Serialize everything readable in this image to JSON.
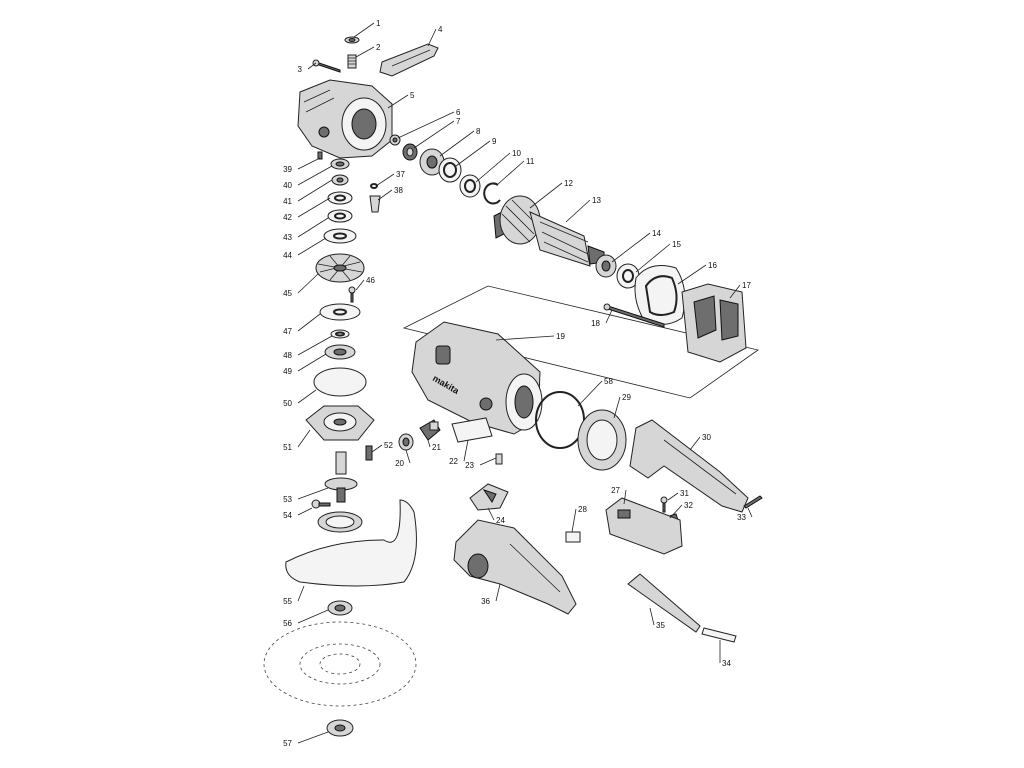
{
  "brand_text": "makita",
  "part_numbers": [
    "1",
    "2",
    "3",
    "4",
    "5",
    "6",
    "7",
    "8",
    "9",
    "10",
    "11",
    "12",
    "13",
    "14",
    "15",
    "16",
    "17",
    "18",
    "19",
    "20",
    "21",
    "22",
    "23",
    "24",
    "27",
    "28",
    "29",
    "30",
    "31",
    "32",
    "33",
    "34",
    "35",
    "36",
    "37",
    "38",
    "39",
    "40",
    "41",
    "42",
    "43",
    "44",
    "45",
    "46",
    "47",
    "48",
    "49",
    "50",
    "51",
    "52",
    "53",
    "54",
    "55",
    "56",
    "57",
    "58"
  ]
}
